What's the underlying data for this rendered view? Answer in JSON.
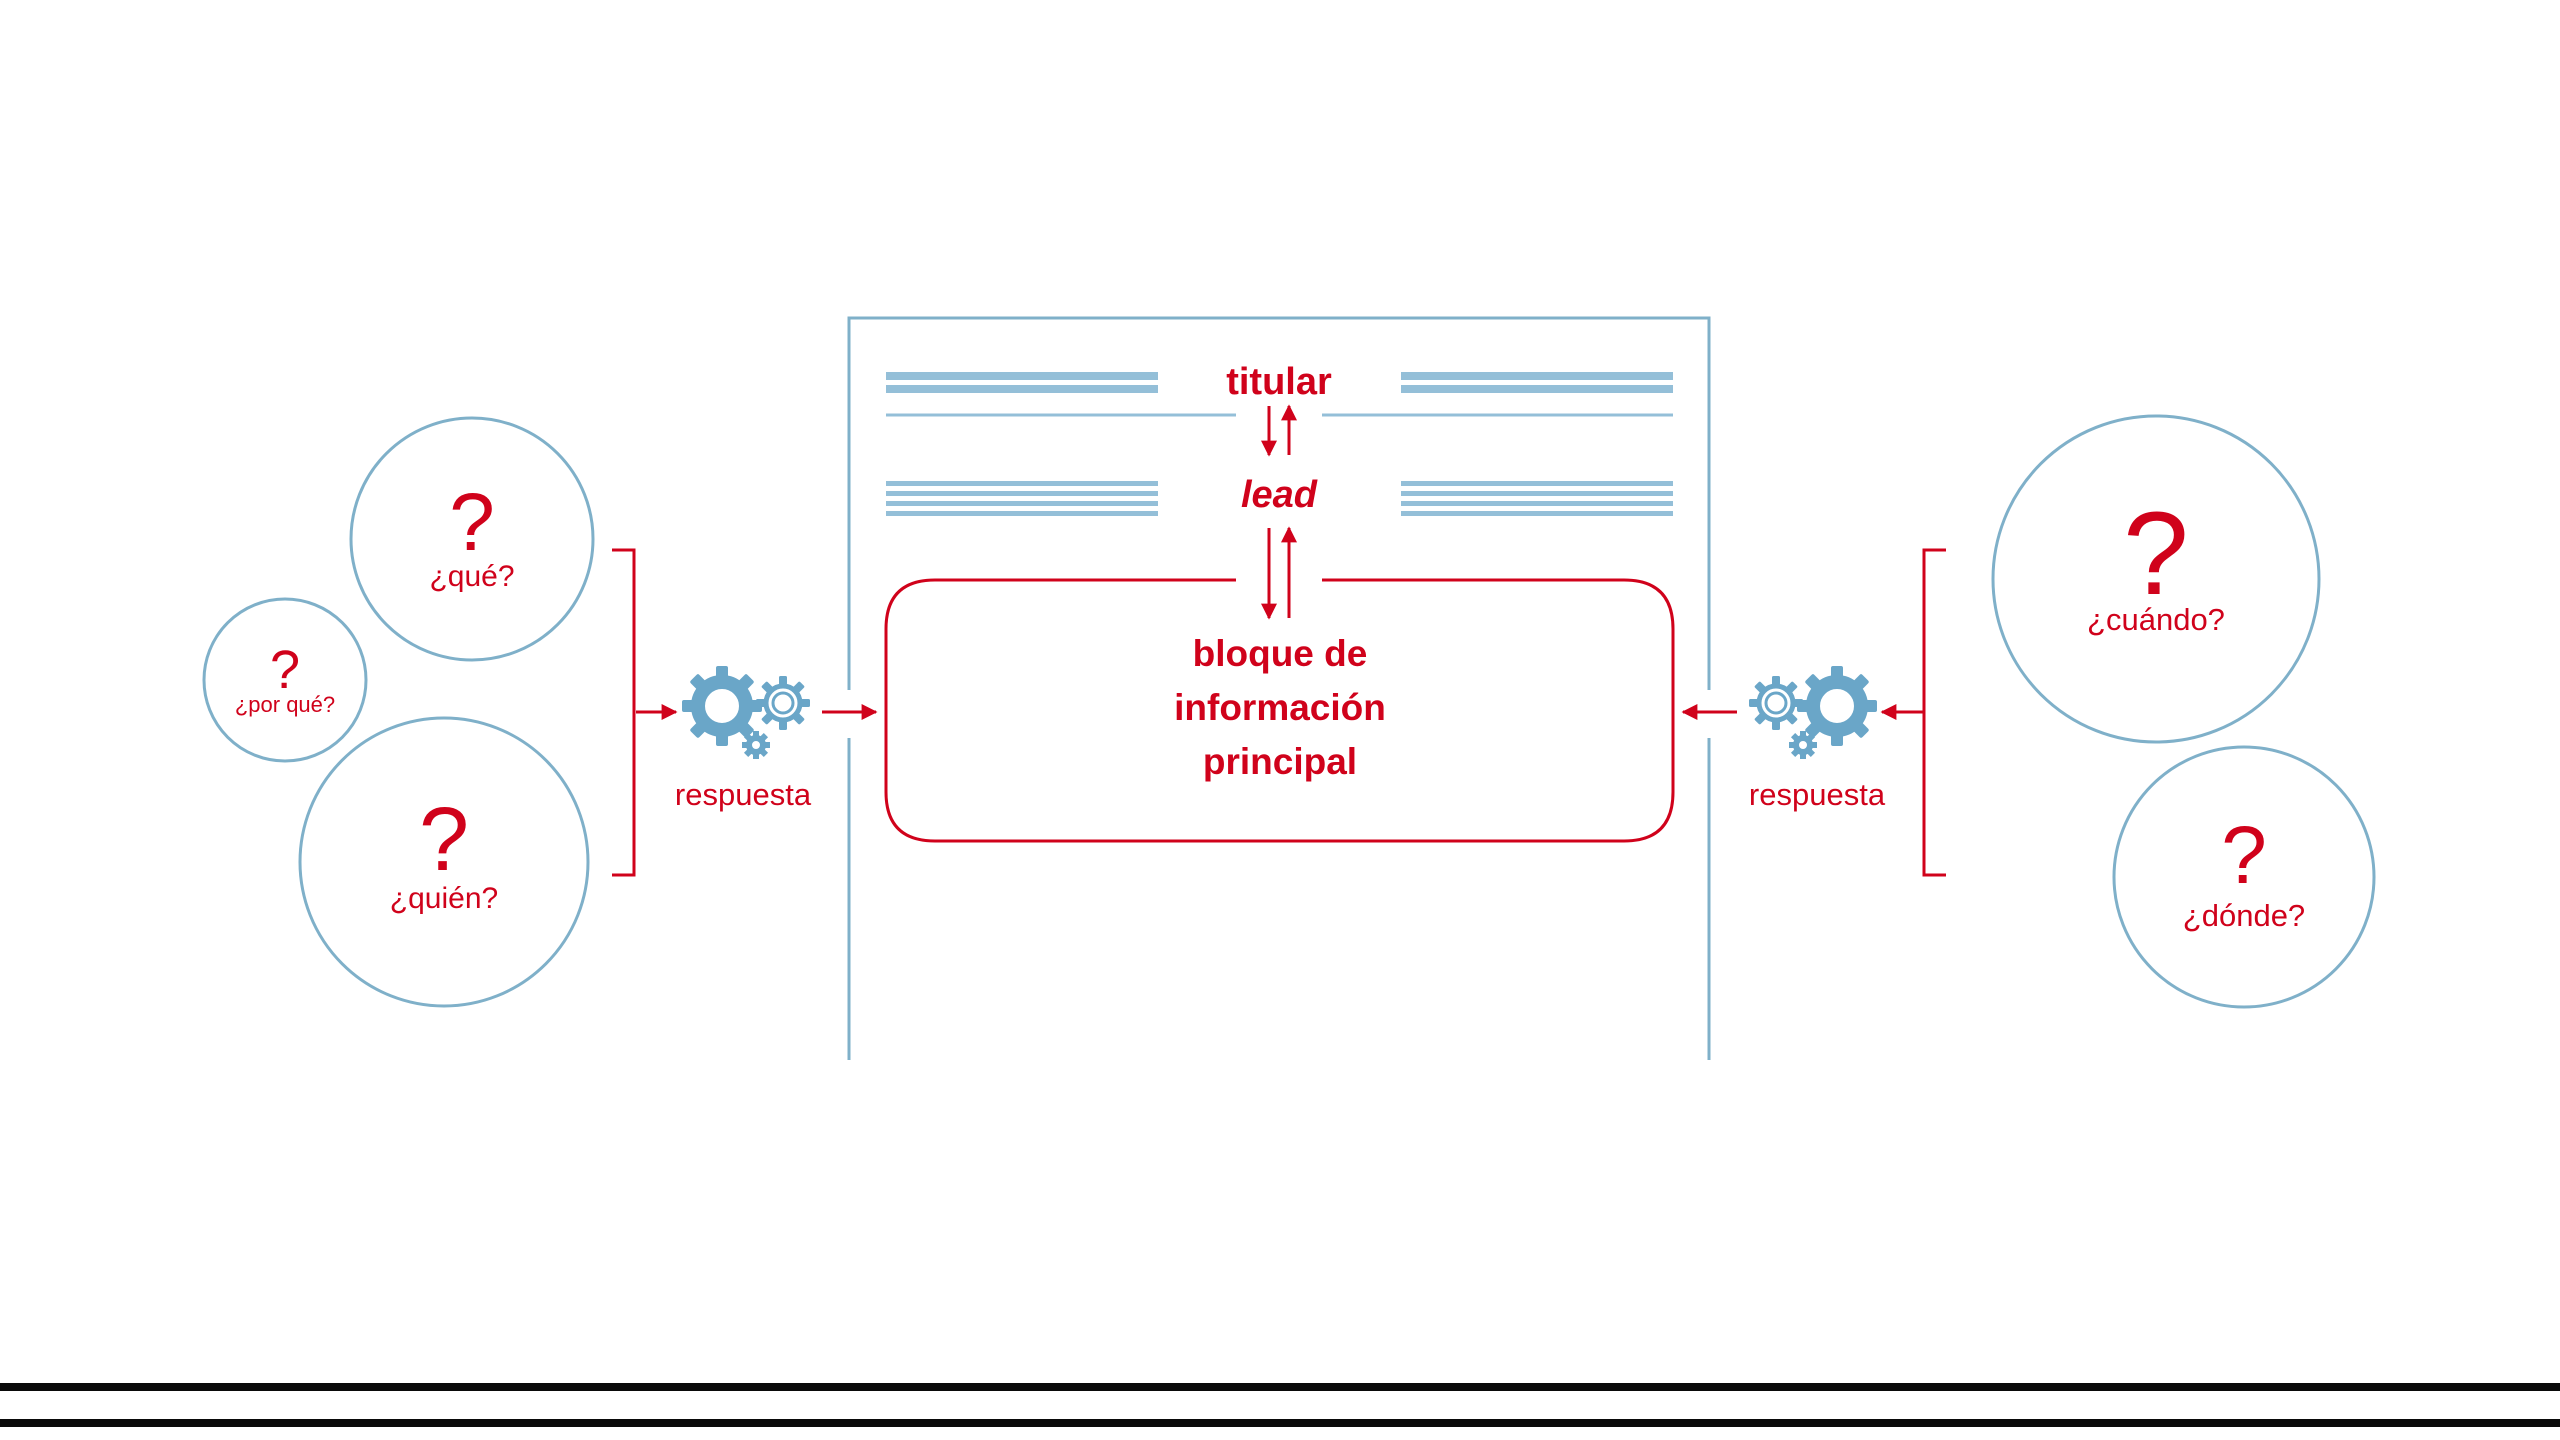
{
  "colors": {
    "accent_red": "#d0021b",
    "frame_blue": "#7fb0c9",
    "bar_blue": "#94bfd8",
    "gear_blue": "#6aa6c8",
    "baseline_black": "#0a0a0a"
  },
  "questions": {
    "que": "¿qué?",
    "por_que": "¿por qué?",
    "quien": "¿quién?",
    "cuando": "¿cuándo?",
    "donde": "¿dónde?",
    "mark": "?"
  },
  "response": {
    "left": "respuesta",
    "right": "respuesta"
  },
  "document": {
    "titular": "titular",
    "lead": "lead",
    "block_line1": "bloque de",
    "block_line2": "información",
    "block_line3": "principal"
  },
  "icons": {
    "gears": "gears-icon",
    "arrow": "arrow-icon",
    "bracket": "bracket"
  }
}
